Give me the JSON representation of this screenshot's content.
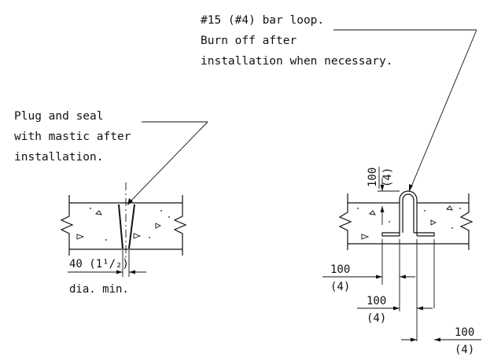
{
  "notes": {
    "loop_note": {
      "line1": "#15 (#4) bar loop.",
      "line2": "Burn off after",
      "line3": "installation when necessary."
    },
    "plug_note": {
      "line1": "Plug and seal",
      "line2": "with mastic after",
      "line3": "installation."
    }
  },
  "dimensions": {
    "hole_dia": "40 (1¹/₂)",
    "hole_dia_min": "dia. min.",
    "loop_height": "100",
    "loop_height_in": "(4)",
    "dim_a": "100",
    "dim_a_in": "(4)",
    "dim_b": "100",
    "dim_b_in": "(4)",
    "dim_c": "100",
    "dim_c_in": "(4)"
  }
}
